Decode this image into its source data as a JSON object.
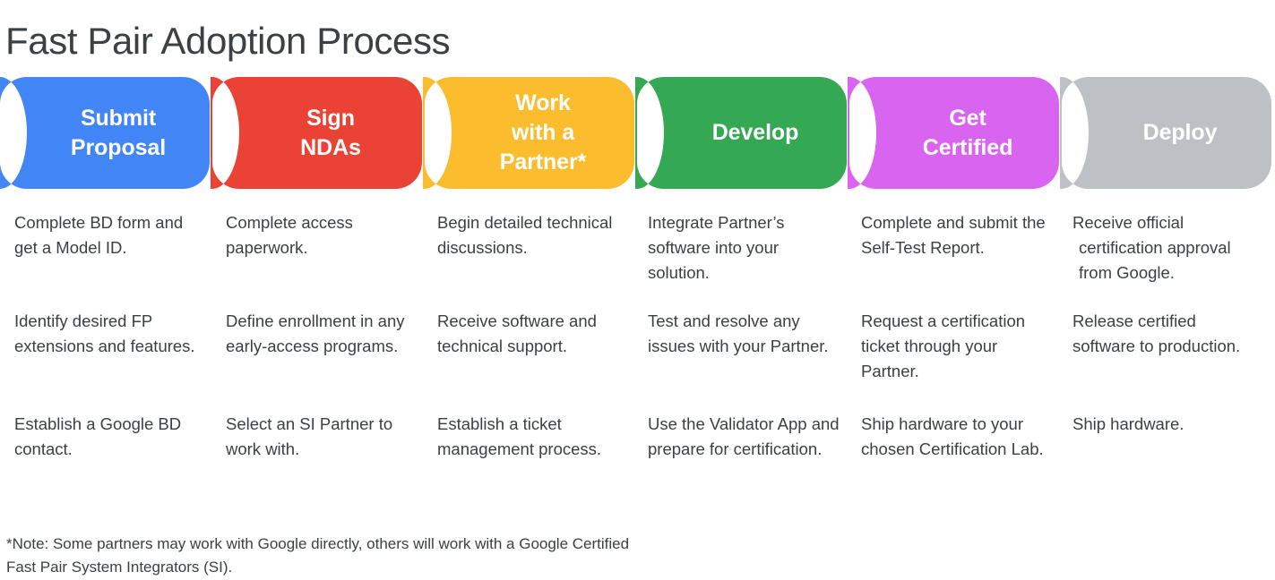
{
  "page": {
    "title": "Fast Pair Adoption Process",
    "background": "#ffffff",
    "text_color": "#3c4043"
  },
  "process": {
    "segment_pitch": 237,
    "segment_width": 234,
    "segment_height": 125,
    "notch_rx": 30,
    "corner_radius": 30,
    "stages": [
      {
        "label": "Submit\nProposal",
        "line1": "Submit",
        "line2": "Proposal",
        "color": "#4285f4",
        "name": "submit-proposal"
      },
      {
        "label": "Sign\nNDAs",
        "line1": "Sign",
        "line2": "NDAs",
        "color": "#ea4335",
        "name": "sign-ndas"
      },
      {
        "label": "Work\nwith a\nPartner*",
        "line1": "Work",
        "line2": "with a",
        "line3": "Partner*",
        "color": "#fbbc2e",
        "name": "work-with-a-partner"
      },
      {
        "label": "Develop",
        "line1": "Develop",
        "color": "#34a853",
        "name": "develop"
      },
      {
        "label": "Get\nCertified",
        "line1": "Get",
        "line2": "Certified",
        "color": "#d964f0",
        "name": "get-certified"
      },
      {
        "label": "Deploy",
        "line1": "Deploy",
        "color": "#bdc1c6",
        "name": "deploy"
      }
    ]
  },
  "details": {
    "columns": [
      {
        "stage": "Submit Proposal",
        "items": [
          "Complete BD form and get a Model ID.",
          "Identify desired FP extensions and features.",
          "Establish a Google BD contact."
        ]
      },
      {
        "stage": "Sign NDAs",
        "items": [
          "Complete access paperwork.",
          "Define enrollment in any early-access programs.",
          "Select an SI Partner to work with."
        ]
      },
      {
        "stage": "Work with a Partner*",
        "items": [
          "Begin detailed technical discussions.",
          "Receive software and technical support.",
          "Establish a ticket management process."
        ]
      },
      {
        "stage": "Develop",
        "items": [
          "Integrate Partner’s software into your solution.",
          "Test and resolve any issues with your Partner.",
          "Use the Validator App and prepare for certification."
        ]
      },
      {
        "stage": "Get Certified",
        "items": [
          "Complete and submit the Self-Test Report.",
          "Request a certification ticket through your Partner.",
          "Ship hardware to your chosen Certification Lab."
        ]
      },
      {
        "stage": "Deploy",
        "items": [
          "Receive official certification approval from Google.",
          "Release certified software to production.",
          "Ship hardware."
        ]
      }
    ]
  },
  "footnote": {
    "text": "*Note: Some partners may work with Google directly, others will work with a Google Certified Fast Pair System Integrators (SI)."
  }
}
